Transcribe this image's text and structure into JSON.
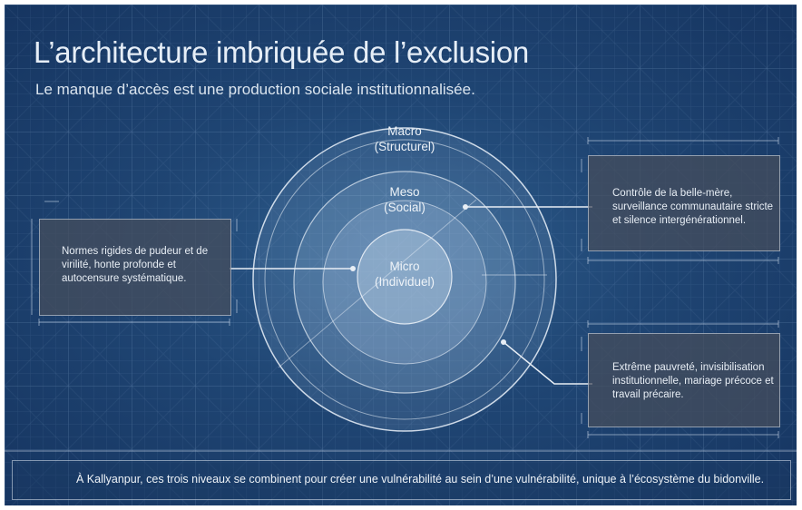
{
  "header": {
    "title": "L’architecture imbriquée de l’exclusion",
    "subtitle": "Le manque d’accès est une production sociale institutionnalisée."
  },
  "rings": {
    "macro": {
      "label": "Macro",
      "sublabel": "(Structurel)"
    },
    "meso": {
      "label": "Meso",
      "sublabel": "(Social)"
    },
    "micro": {
      "label": "Micro",
      "sublabel": "(Individuel)"
    }
  },
  "callouts": {
    "left": {
      "text": "Normes rigides de pudeur et de virilité, honte profonde et autocensure systématique."
    },
    "top_right": {
      "text": "Contrôle de la belle-mère, surveillance communautaire stricte et silence intergénérationnel."
    },
    "bottom_right": {
      "text": "Extrême pauvreté, invisibilisation institutionnelle, mariage précoce et travail précaire."
    }
  },
  "footer": {
    "text": "À Kallyanpur, ces trois niveaux se combinent pour créer une vulnérabilité au sein d’une vulnérabilité, unique à l’écosystème du bidonville."
  },
  "colors": {
    "background": "#1f4573",
    "line": "#e6eef7",
    "callout_fill": "#464e5c"
  }
}
